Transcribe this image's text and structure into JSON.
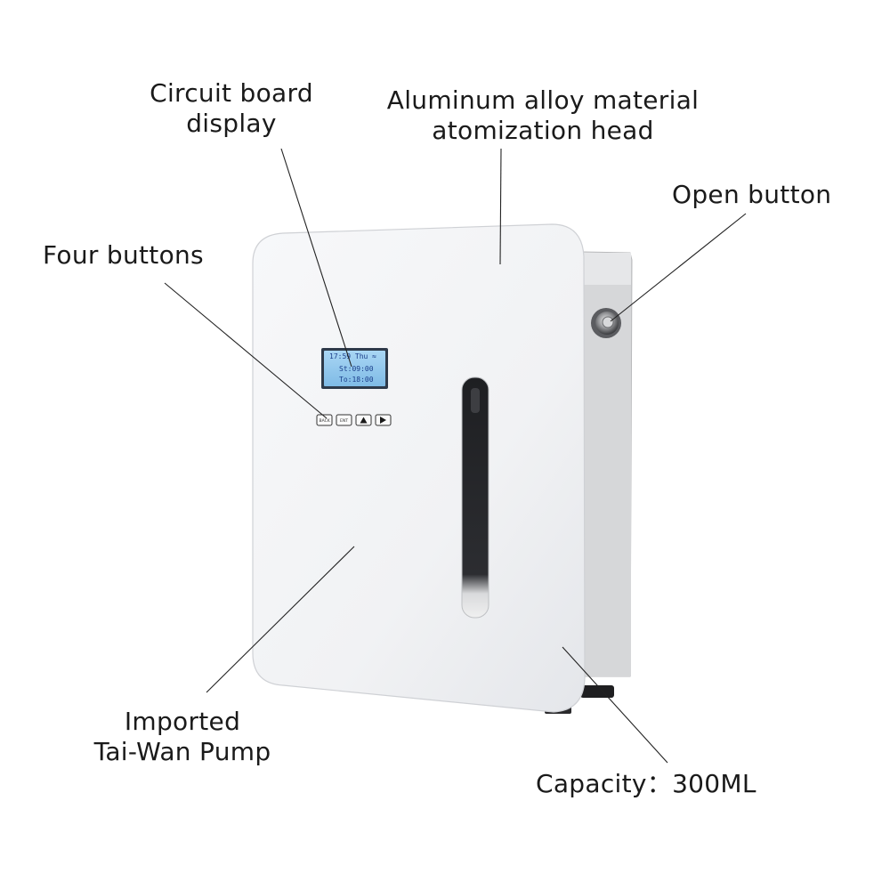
{
  "callouts": {
    "circuit_board": [
      "Circuit board",
      "display"
    ],
    "aluminum_head": [
      "Aluminum alloy material",
      "atomization head"
    ],
    "open_button": "Open button",
    "four_buttons": "Four buttons",
    "pump": [
      "Imported",
      "Tai-Wan Pump"
    ],
    "capacity": "Capacity：300ML"
  },
  "lcd": {
    "line1": "17:59 Thu",
    "line2": "St:09:00",
    "line3": "To:18:00"
  },
  "buttons": {
    "back": "BACK",
    "ent": "ENT",
    "up_icon": "up-arrow-icon",
    "right_icon": "right-arrow-icon"
  },
  "colors": {
    "panel": "#f3f4f6",
    "housing": "#dcdcdc",
    "lcd_background": "#8fc7ee",
    "lcd_text": "#1b3e8a",
    "leader_line": "#222222"
  }
}
